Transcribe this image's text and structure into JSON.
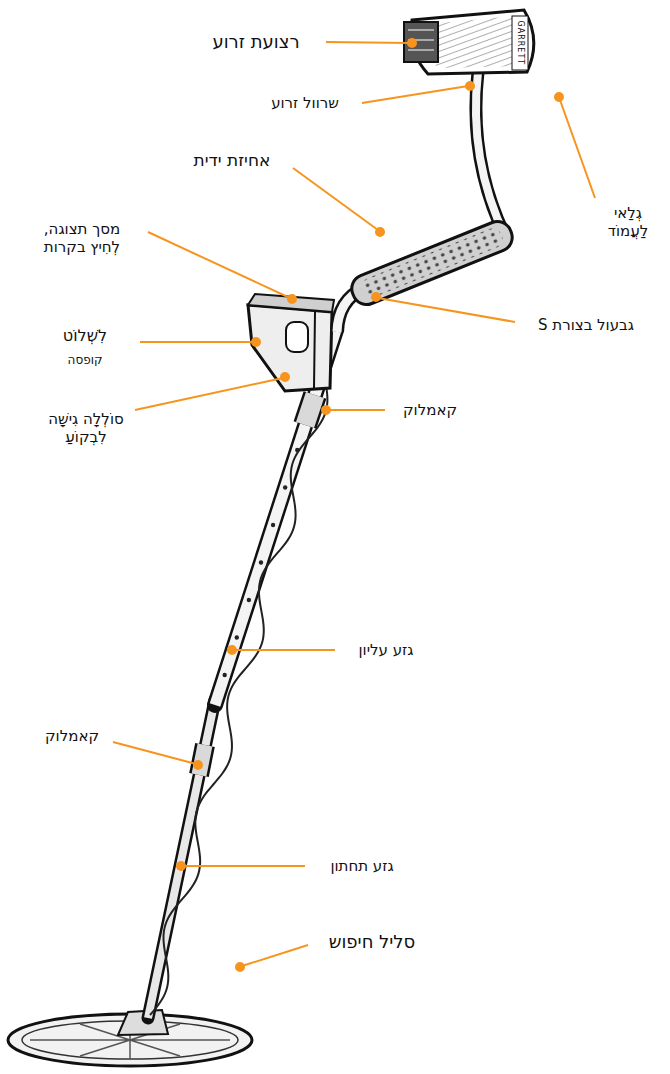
{
  "diagram": {
    "labels": [
      "רצועת זרוע",
      "שרוול זרוע",
      "GARRETT",
      "אחיזת ידית",
      "מסך תצוגה, לְחִיץ בקרות",
      "גְלַאי לַעֲמוֹד",
      "גבעול בצורת S",
      "לִשְׁלוֹט",
      "קופסה",
      "סוֹלְלָה גִישָׁה לִבְקוֹעַ",
      "קאמלוק",
      "גזע עליון",
      "קאמלוק",
      "גזע תחתון",
      "סליל חיפוש"
    ]
  }
}
